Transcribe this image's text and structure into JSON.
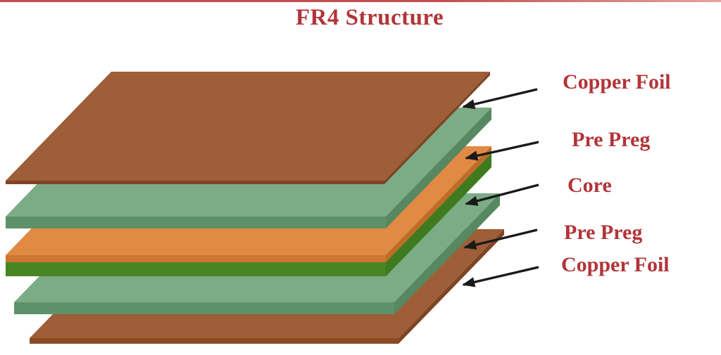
{
  "page": {
    "background_color": "#FFFFFF",
    "top_border_color": "#C4504E",
    "title": "FR4 Structure",
    "title_color": "#B23438"
  },
  "diagram": {
    "label_color": "#B23438",
    "arrow_color": "#1A1A1A",
    "layers": [
      {
        "name": "Copper Foil",
        "position": "top",
        "colors": {
          "top": "#9D5E38",
          "front": "#7F4424",
          "side": "#7F4424"
        }
      },
      {
        "name": "Pre Preg",
        "position": "upper",
        "colors": {
          "top": "#7BAC85",
          "front": "#5F9168",
          "side": "#578861"
        }
      },
      {
        "name": "Core",
        "position": "middle",
        "colors": {
          "top": "#E08A43",
          "front": "#CE762F",
          "side": "#C06C29",
          "base_top": "#417A1E",
          "base_front": "#4A8523",
          "base_side": "#3F7A1E"
        }
      },
      {
        "name": "Pre Preg",
        "position": "lower",
        "colors": {
          "top": "#7BAC85",
          "front": "#5F9168",
          "side": "#578861"
        }
      },
      {
        "name": "Copper Foil",
        "position": "bottom",
        "colors": {
          "top": "#9D5E38",
          "front": "#8A4A26",
          "side": "#7F4424"
        }
      }
    ],
    "annotations": [
      {
        "label": "Copper Foil"
      },
      {
        "label": "Pre Preg"
      },
      {
        "label": "Core"
      },
      {
        "label": "Pre Preg"
      },
      {
        "label": "Copper Foil"
      }
    ]
  }
}
